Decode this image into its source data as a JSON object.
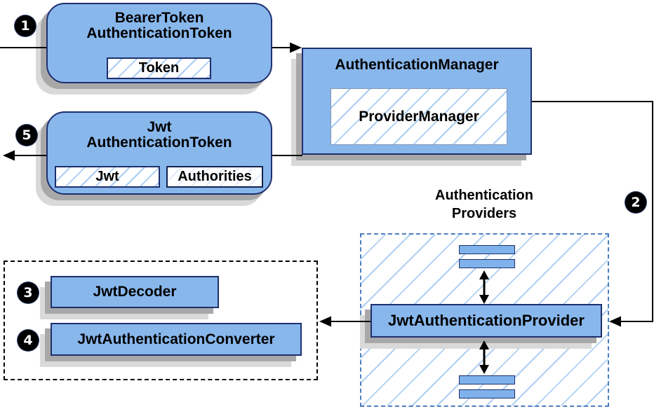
{
  "nodes": {
    "bearer_token": {
      "title_lines": [
        "BearerToken",
        "AuthenticationToken"
      ],
      "chip": "Token"
    },
    "authentication_manager": {
      "title": "AuthenticationManager",
      "chip": "ProviderManager"
    },
    "jwt_authentication_token": {
      "title_lines": [
        "Jwt",
        "AuthenticationToken"
      ],
      "chips": {
        "jwt": "Jwt",
        "authorities": "Authorities"
      }
    },
    "providers_group": {
      "label_lines": [
        "Authentication",
        "Providers"
      ],
      "provider": "JwtAuthenticationProvider"
    },
    "converter_group": {
      "decoder": "JwtDecoder",
      "converter": "JwtAuthenticationConverter"
    }
  },
  "steps": {
    "s1": "1",
    "s2": "2",
    "s3": "3",
    "s4": "4",
    "s5": "5"
  },
  "colors": {
    "box_fill": "#88b7ec",
    "box_border": "#1e2f6e",
    "hatch_line": "#a9cdf3",
    "dashed_blue_border": "#4d7ebe",
    "dashed_black_border": "#000000",
    "shadow_dark": "#a8a8a8",
    "shadow_light": "#d9d9d9",
    "arrow": "#000000",
    "text": "#000000"
  }
}
